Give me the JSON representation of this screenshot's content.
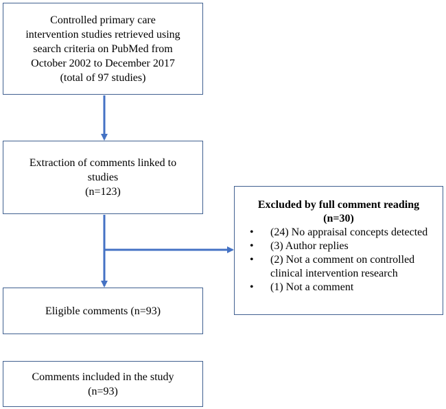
{
  "boxes": {
    "retrieved": {
      "lines": [
        "Controlled primary care",
        "intervention studies retrieved using",
        "search criteria on PubMed from",
        "October 2002 to December 2017",
        "(total of 97 studies)"
      ]
    },
    "extraction": {
      "lines": [
        "Extraction of comments linked to",
        "studies",
        "(n=123)"
      ]
    },
    "eligible": {
      "lines": [
        "Eligible comments (n=93)"
      ]
    },
    "included": {
      "lines": [
        "Comments included in the study",
        "(n=93)"
      ]
    },
    "excluded": {
      "title_lines": [
        "Excluded by full comment reading",
        "(n=30)"
      ],
      "items": [
        "(24) No appraisal concepts detected",
        "(3) Author replies",
        "(2) Not a comment on controlled clinical intervention research",
        "(1) Not a comment"
      ]
    }
  },
  "colors": {
    "arrow": "#4472c4",
    "border": "#3f5f8f"
  }
}
